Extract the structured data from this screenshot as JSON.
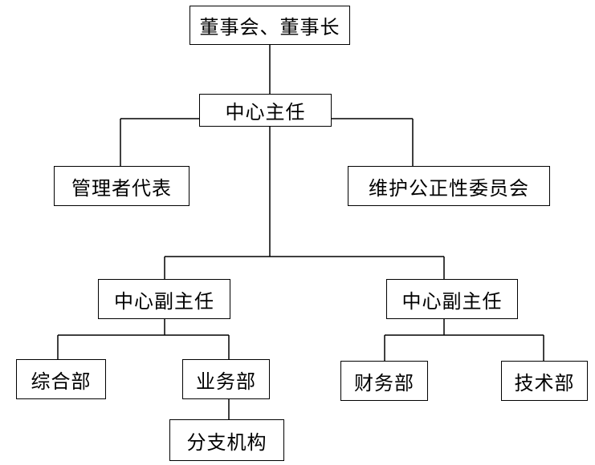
{
  "org_chart": {
    "board": "董事会、董事长",
    "director": "中心主任",
    "management_rep": "管理者代表",
    "impartiality_committee": "维护公正性委员会",
    "deputy_director_left": "中心副主任",
    "deputy_director_right": "中心副主任",
    "general_dept": "综合部",
    "business_dept": "业务部",
    "branch": "分支机构",
    "finance_dept": "财务部",
    "technical_dept": "技术部"
  }
}
